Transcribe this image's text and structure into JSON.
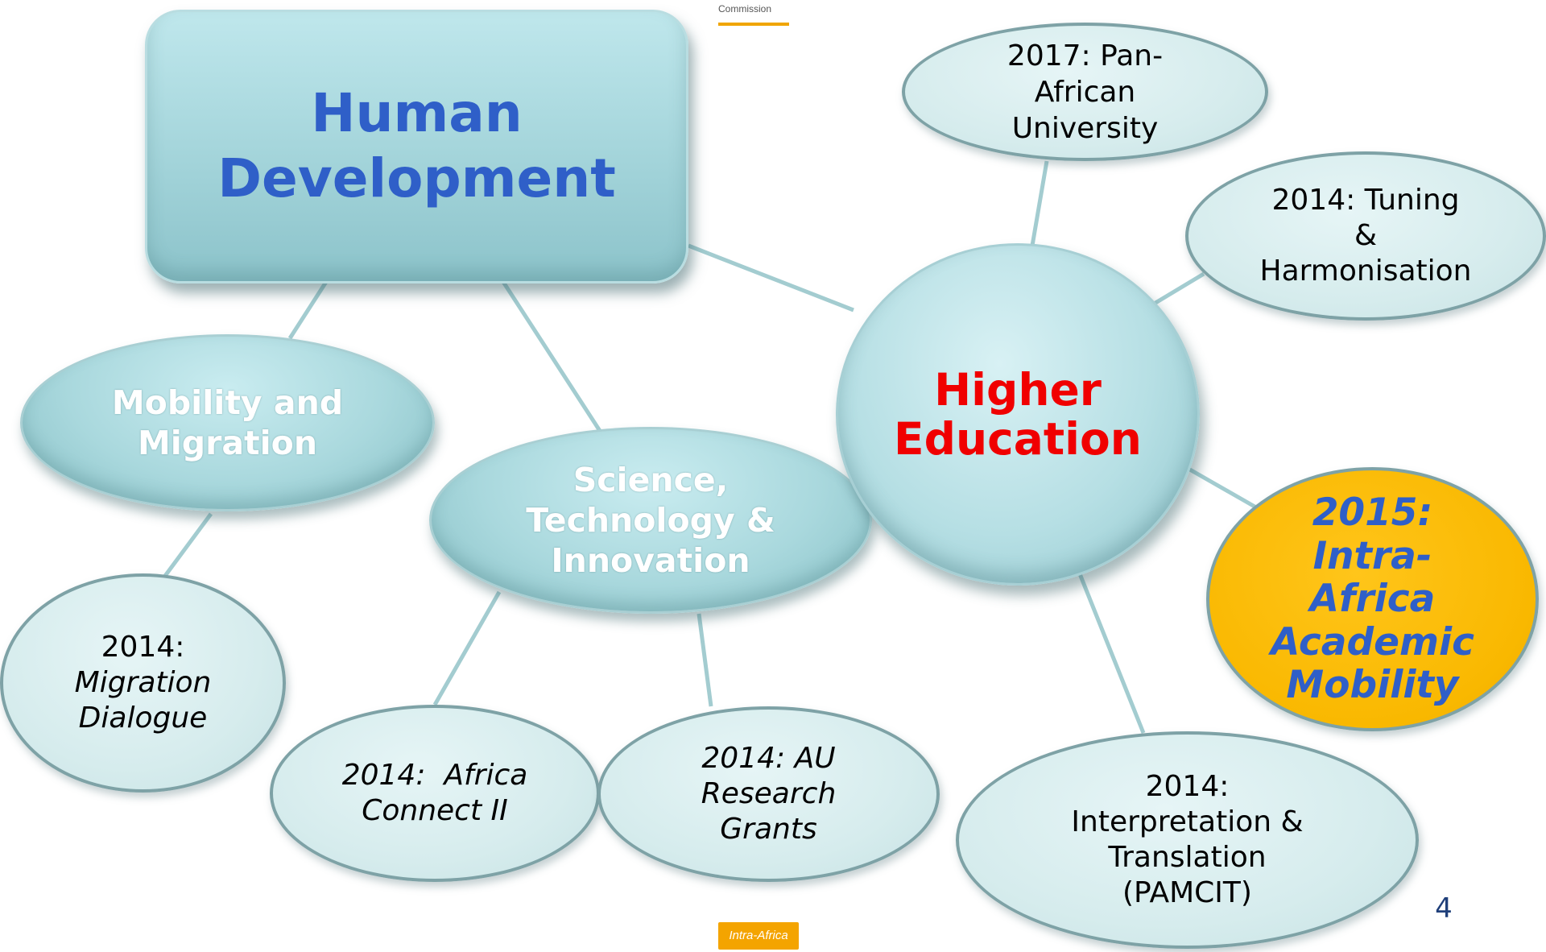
{
  "central": {
    "lines": [
      "Human",
      "Development"
    ]
  },
  "branches": {
    "mobility": {
      "lines": [
        "Mobility and",
        "Migration"
      ]
    },
    "science": {
      "lines": [
        "Science,",
        "Technology &",
        "Innovation"
      ]
    },
    "higher_education": {
      "lines": [
        "Higher",
        "Education"
      ]
    }
  },
  "leaves": {
    "pan_african": {
      "lines": [
        "2017: Pan-",
        "African",
        "University"
      ]
    },
    "tuning": {
      "lines": [
        "2014: Tuning",
        "&",
        "Harmonisation"
      ]
    },
    "intra_africa": {
      "lines": [
        "2015:",
        "Intra-",
        "Africa",
        "Academic",
        "Mobility"
      ]
    },
    "pamcit": {
      "lines": [
        "2014:",
        "Interpretation &",
        "Translation",
        "(PAMCIT)"
      ]
    },
    "migration_dialogue": {
      "year": "2014:",
      "lines": [
        "Migration",
        "Dialogue"
      ]
    },
    "africa_connect": {
      "lines": [
        "2014:  Africa",
        "Connect II"
      ]
    },
    "au_research": {
      "lines": [
        "2014: AU",
        "Research",
        "Grants"
      ]
    }
  },
  "logos": {
    "top": "Commission",
    "bottom": "Intra-Africa"
  },
  "page_number": "4",
  "colors": {
    "central_text": "#2f5fc8",
    "higher_education_text": "#f00000",
    "highlight_fill": "#f9b800",
    "node_fill": "#d6eced",
    "node_border": "#7ea2a6",
    "connector": "#a3ccd0"
  }
}
